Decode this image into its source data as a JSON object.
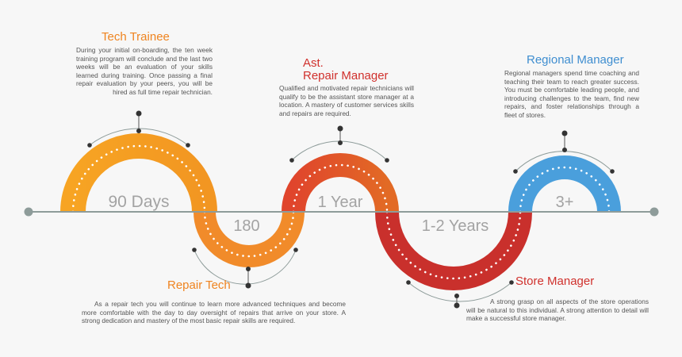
{
  "colors": {
    "orange_light": "#f7a423",
    "orange": "#f18b2a",
    "red_orange": "#e2502b",
    "red": "#c9302c",
    "blue": "#4a9fdc",
    "timeline": "#8e9c9a"
  },
  "stages": [
    {
      "title": "Tech Trainee",
      "description": "During your initial on-boarding, the ten week training program will conclude and the last two weeks will be an evaluation of your skills learned during training. Once passing a final repair evaluation by your peers, you will be hired as full time repair technician.",
      "duration": "90 Days"
    },
    {
      "title": "Repair Tech",
      "description": "As a repair tech you will continue to learn more advanced techniques and become more comfortable with the day to day oversight of repairs that arrive on your store. A strong dedication and mastery of the most basic repair skills are required.",
      "duration": "180"
    },
    {
      "title_line1": "Ast.",
      "title_line2": "Repair Manager",
      "description": "Qualified and motivated repair technicians will qualify to be the assistant store manager at a location. A mastery of customer services skills and repairs are required.",
      "duration": "1 Year"
    },
    {
      "title": "Store Manager",
      "description": "A strong grasp on all aspects of the store operations will be natural to this individual. A strong attention to detail will make a successful store manager.",
      "duration": "1-2 Years"
    },
    {
      "title": "Regional Manager",
      "description": "Regional managers spend time coaching and teaching their team to reach greater success. You must be comfortable leading people, and introducing challenges to the team, find new repairs, and foster relationships through a fleet of stores.",
      "duration": "3+"
    }
  ]
}
